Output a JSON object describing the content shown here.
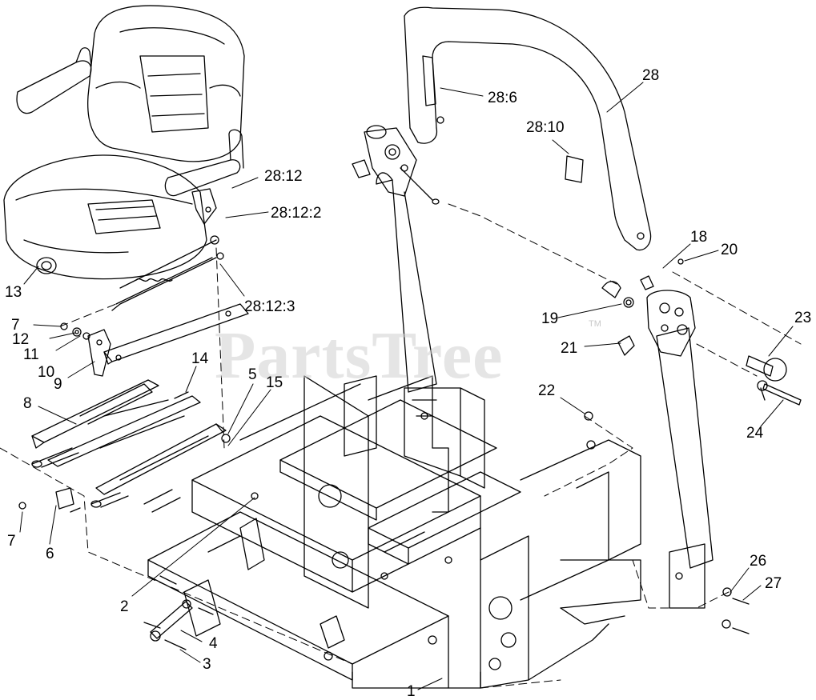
{
  "watermark": {
    "brand": "PartsTree",
    "mark": "TM"
  },
  "callouts": {
    "c1": "1",
    "c2": "2",
    "c3": "3",
    "c4": "4",
    "c5": "5",
    "c6": "6",
    "c7a": "7",
    "c7b": "7",
    "c8": "8",
    "c9": "9",
    "c10": "10",
    "c11": "11",
    "c12": "12",
    "c13": "13",
    "c14": "14",
    "c15": "15",
    "c18": "18",
    "c19": "19",
    "c20": "20",
    "c21": "21",
    "c22": "22",
    "c23": "23",
    "c24": "24",
    "c26": "26",
    "c27": "27",
    "c28": "28",
    "c28_6": "28:6",
    "c28_10": "28:10",
    "c28_12": "28:12",
    "c28_12_2": "28:12:2",
    "c28_12_3": "28:12:3"
  }
}
